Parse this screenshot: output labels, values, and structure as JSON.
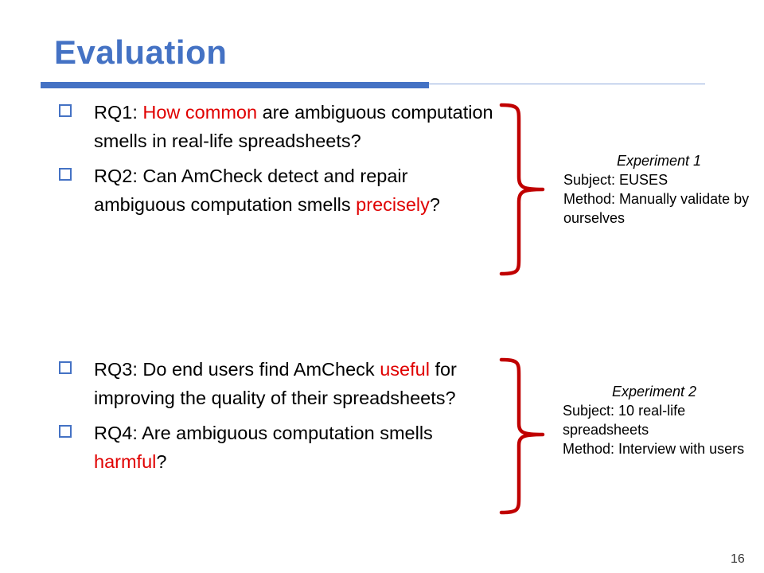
{
  "slide": {
    "title": "Evaluation",
    "page_number": "16"
  },
  "group1": {
    "rq1": {
      "prefix": "RQ1: ",
      "highlight": "How common",
      "suffix": " are ambiguous computation smells in real-life spreadsheets?"
    },
    "rq2": {
      "prefix": "RQ2: Can AmCheck detect and repair ambiguous computation smells ",
      "highlight": "precisely",
      "suffix": "?"
    }
  },
  "group2": {
    "rq3": {
      "prefix": "RQ3: Do end users find AmCheck ",
      "highlight": "useful",
      "suffix": " for improving the quality of their spreadsheets?"
    },
    "rq4": {
      "prefix": "RQ4: Are ambiguous computation smells ",
      "highlight": "harmful",
      "suffix": "?"
    }
  },
  "experiment1": {
    "title": "Experiment 1",
    "subject_label": "Subject",
    "subject_value": ": EUSES",
    "method_label": "Method",
    "method_value": ": Manually validate by ourselves"
  },
  "experiment2": {
    "title": "Experiment 2",
    "subject_label": "Subject",
    "subject_value": ": 10 real-life spreadsheets",
    "method_label": "Method",
    "method_value": ": Interview with users"
  },
  "colors": {
    "accent": "#4472c4",
    "highlight": "#e00000",
    "brace": "#c00000"
  }
}
